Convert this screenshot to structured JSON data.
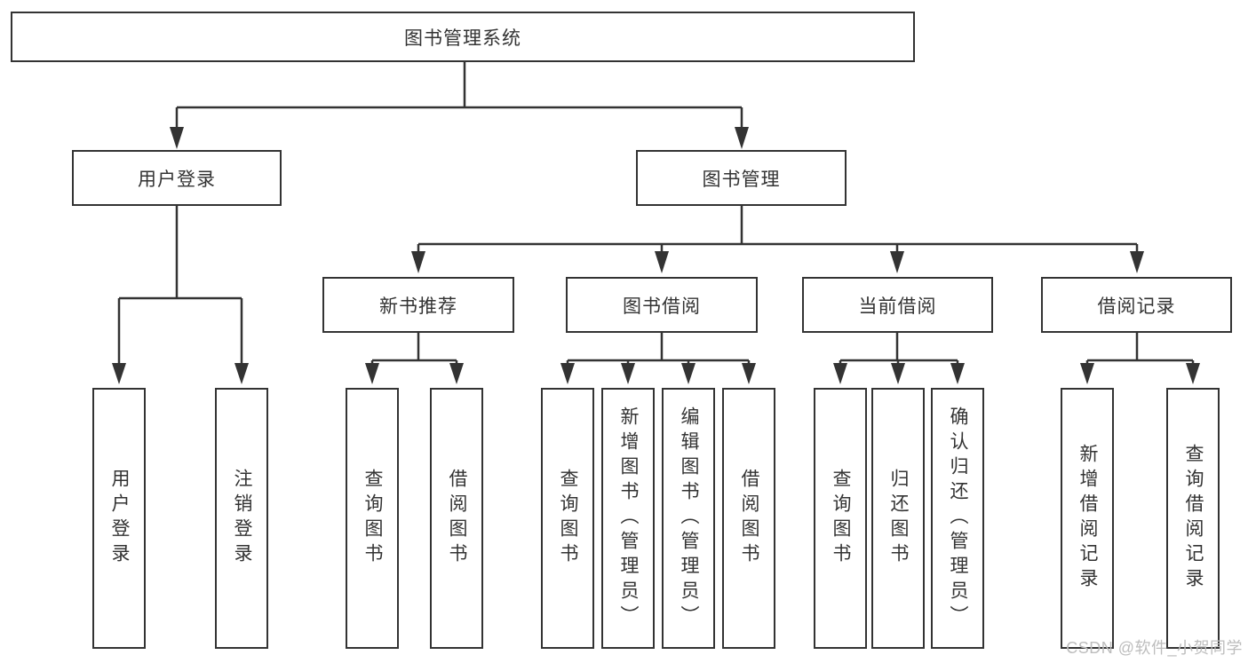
{
  "diagram": {
    "root": {
      "label": "图书管理系统",
      "children": [
        {
          "label": "用户登录",
          "children": [
            {
              "label": "用户登录"
            },
            {
              "label": "注销登录"
            }
          ]
        },
        {
          "label": "图书管理",
          "children": [
            {
              "label": "新书推荐",
              "children": [
                {
                  "label": "查询图书"
                },
                {
                  "label": "借阅图书"
                }
              ]
            },
            {
              "label": "图书借阅",
              "children": [
                {
                  "label": "查询图书"
                },
                {
                  "label": "新增图书（管理员）"
                },
                {
                  "label": "编辑图书（管理员）"
                },
                {
                  "label": "借阅图书"
                }
              ]
            },
            {
              "label": "当前借阅",
              "children": [
                {
                  "label": "查询图书"
                },
                {
                  "label": "归还图书"
                },
                {
                  "label": "确认归还（管理员）"
                }
              ]
            },
            {
              "label": "借阅记录",
              "children": [
                {
                  "label": "新增借阅记录"
                },
                {
                  "label": "查询借阅记录"
                }
              ]
            }
          ]
        }
      ]
    }
  },
  "watermark": {
    "text": "CSDN @软件_小贺同学"
  },
  "colors": {
    "line": "#333333",
    "box_border": "#333333",
    "box_fill": "#ffffff",
    "text": "#333333",
    "background": "#ffffff",
    "watermark": "#bdbdbd"
  }
}
